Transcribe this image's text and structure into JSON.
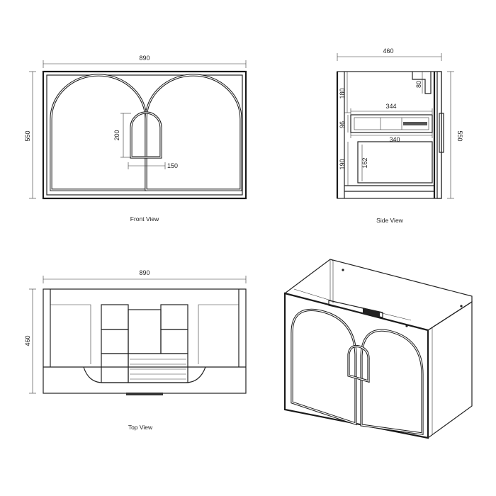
{
  "front_view": {
    "caption": "Front View",
    "width_label": "890",
    "height_label": "550",
    "niche_height_label": "200",
    "niche_width_label": "150"
  },
  "side_view": {
    "caption": "Side View",
    "depth_label": "460",
    "height_label": "550",
    "top_gap_label": "180",
    "edge_label": "80",
    "drawer_width_label": "344",
    "drawer_height_label": "96",
    "drawer_depth_label": "340",
    "bottom_gap_label": "190",
    "lower_label": "162"
  },
  "top_view": {
    "caption": "Top View",
    "width_label": "890",
    "depth_label": "460"
  },
  "perspective_view": {}
}
